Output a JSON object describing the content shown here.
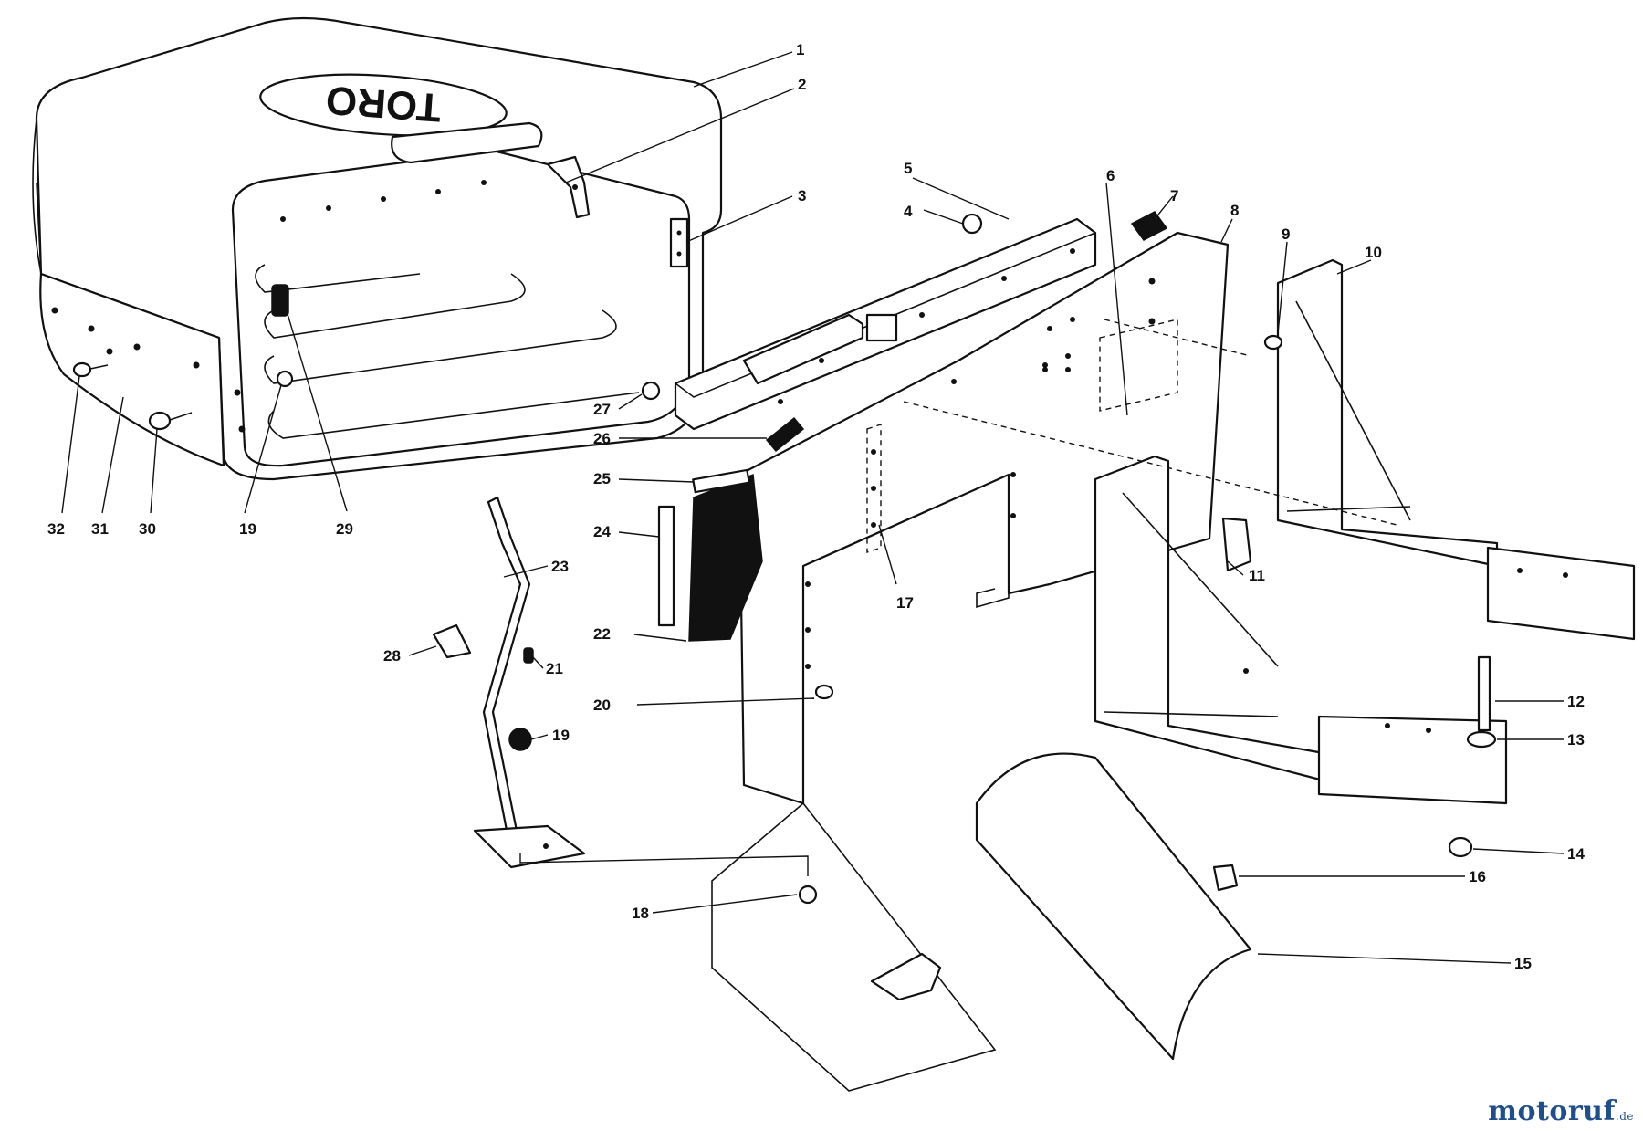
{
  "logo": {
    "text": "TORO"
  },
  "callouts": [
    {
      "id": "c1",
      "label": "1"
    },
    {
      "id": "c2",
      "label": "2"
    },
    {
      "id": "c3",
      "label": "3"
    },
    {
      "id": "c4",
      "label": "4"
    },
    {
      "id": "c5",
      "label": "5"
    },
    {
      "id": "c6",
      "label": "6"
    },
    {
      "id": "c7",
      "label": "7"
    },
    {
      "id": "c8",
      "label": "8"
    },
    {
      "id": "c9",
      "label": "9"
    },
    {
      "id": "c10",
      "label": "10"
    },
    {
      "id": "c11",
      "label": "11"
    },
    {
      "id": "c12",
      "label": "12"
    },
    {
      "id": "c13",
      "label": "13"
    },
    {
      "id": "c14",
      "label": "14"
    },
    {
      "id": "c15",
      "label": "15"
    },
    {
      "id": "c16",
      "label": "16"
    },
    {
      "id": "c17",
      "label": "17"
    },
    {
      "id": "c18",
      "label": "18"
    },
    {
      "id": "c19a",
      "label": "19"
    },
    {
      "id": "c19b",
      "label": "19"
    },
    {
      "id": "c20",
      "label": "20"
    },
    {
      "id": "c21",
      "label": "21"
    },
    {
      "id": "c22",
      "label": "22"
    },
    {
      "id": "c23",
      "label": "23"
    },
    {
      "id": "c24",
      "label": "24"
    },
    {
      "id": "c25",
      "label": "25"
    },
    {
      "id": "c26",
      "label": "26"
    },
    {
      "id": "c27",
      "label": "27"
    },
    {
      "id": "c28",
      "label": "28"
    },
    {
      "id": "c29",
      "label": "29"
    },
    {
      "id": "c30",
      "label": "30"
    },
    {
      "id": "c31",
      "label": "31"
    },
    {
      "id": "c32",
      "label": "32"
    }
  ],
  "watermark": {
    "brand": "motoruf",
    "suffix": ".de",
    "color": "#1f4e8c"
  }
}
